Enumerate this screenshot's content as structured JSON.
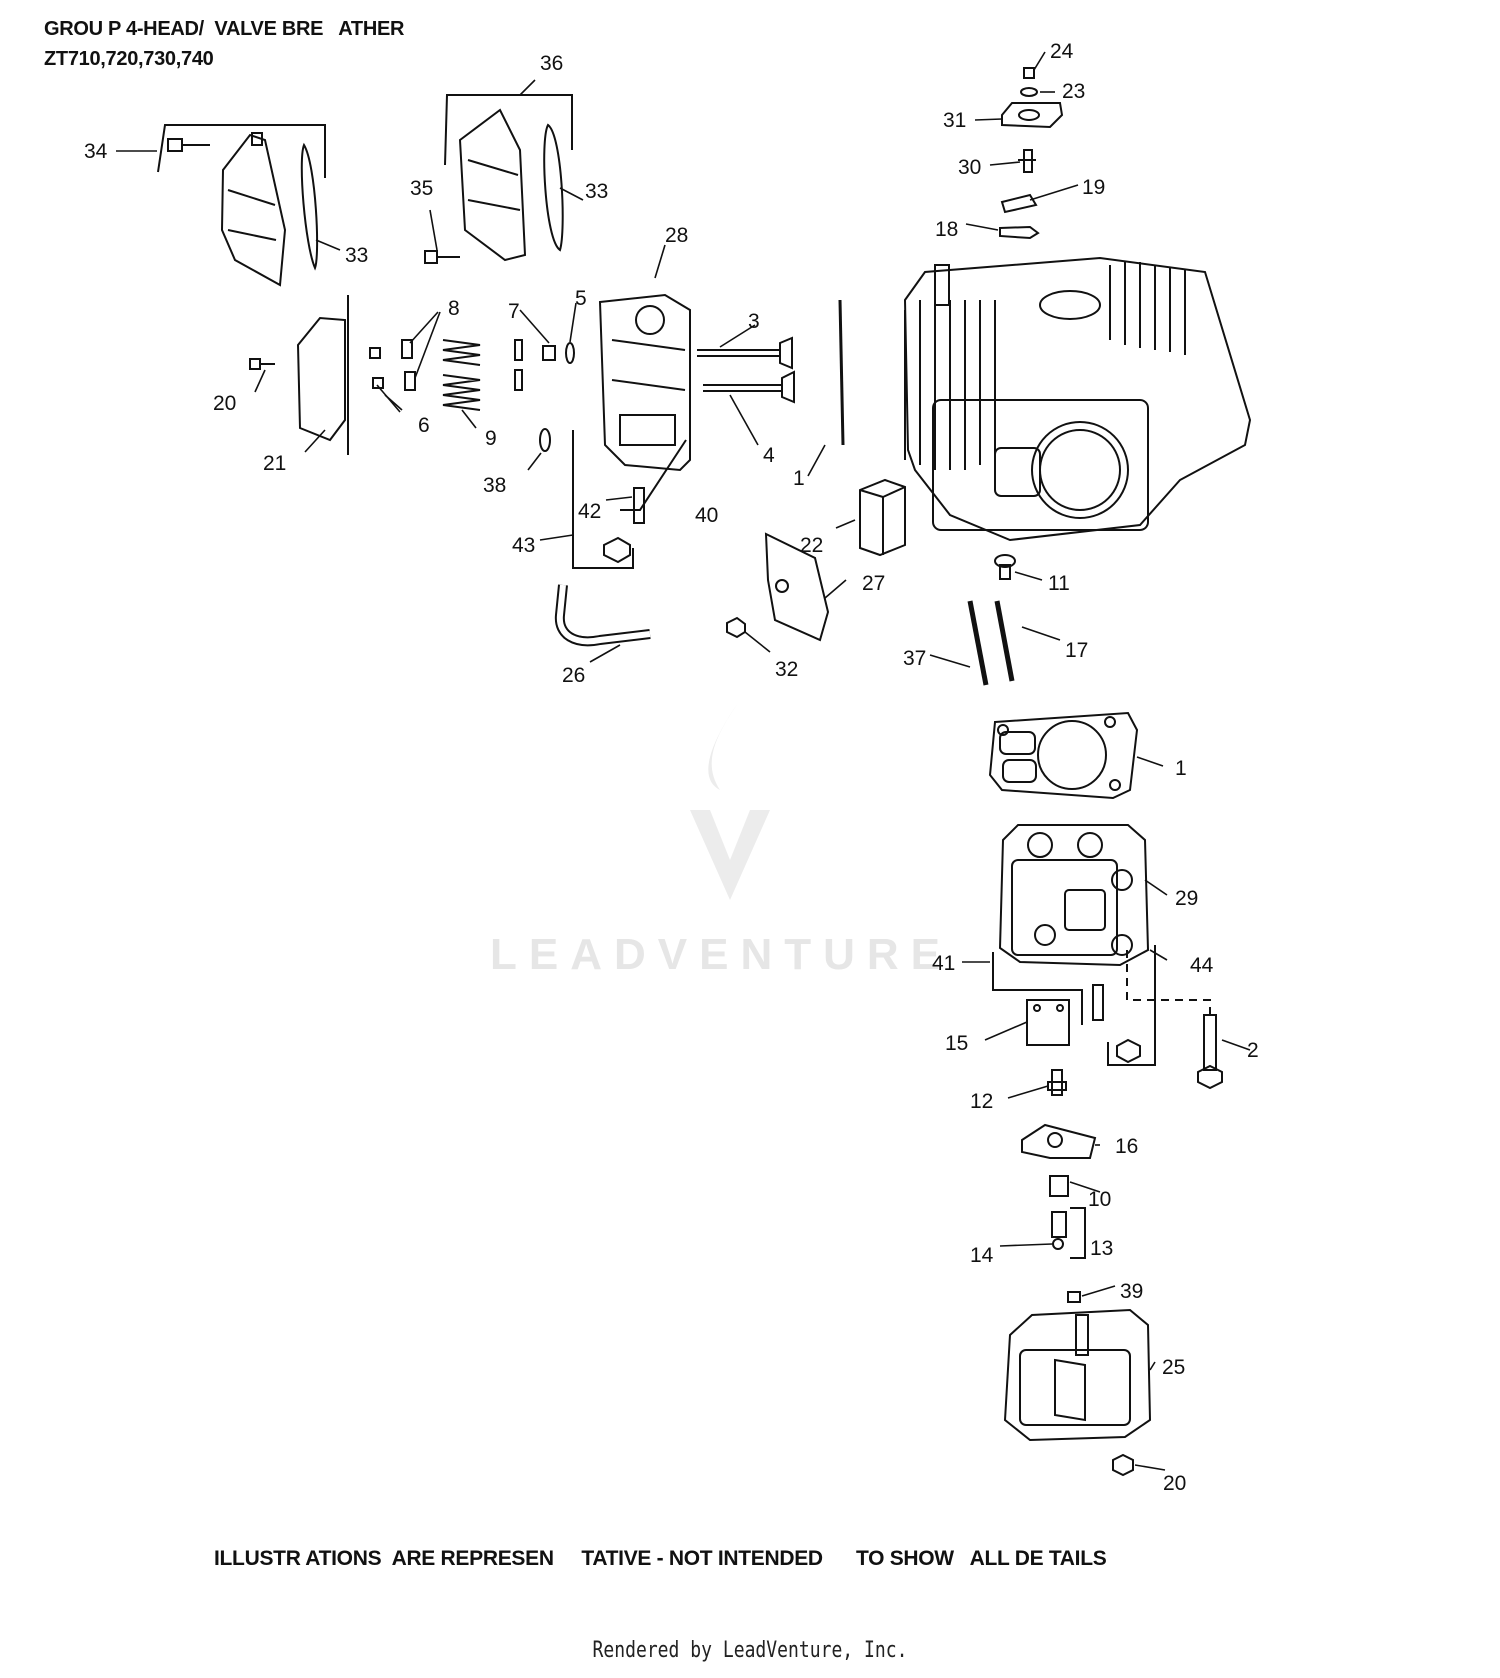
{
  "title": {
    "line1": "GROU P 4-HEAD/  VALVE BRE   ATHER",
    "line2": "ZT710,720,730,740"
  },
  "watermark": {
    "text": "LEADVENTURE"
  },
  "disclaimer": "ILLUSTR ATIONS  ARE REPRESEN     TATIVE - NOT INTENDED      TO SHOW   ALL DE TAILS",
  "footer": "Rendered by LeadVenture, Inc.",
  "callouts": {
    "c1": "1",
    "c1b": "1",
    "c2": "2",
    "c3": "3",
    "c4": "4",
    "c5": "5",
    "c6": "6",
    "c7": "7",
    "c8": "8",
    "c9": "9",
    "c10": "10",
    "c11": "11",
    "c12": "12",
    "c13": "13",
    "c14": "14",
    "c15": "15",
    "c16": "16",
    "c17": "17",
    "c18": "18",
    "c19": "19",
    "c20": "20",
    "c20b": "20",
    "c21": "21",
    "c22": "22",
    "c23": "23",
    "c24": "24",
    "c25": "25",
    "c26": "26",
    "c27": "27",
    "c28": "28",
    "c29": "29",
    "c30": "30",
    "c31": "31",
    "c32": "32",
    "c33": "33",
    "c33b": "33",
    "c34": "34",
    "c35": "35",
    "c36": "36",
    "c37": "37",
    "c38": "38",
    "c39": "39",
    "c40": "40",
    "c41": "41",
    "c42": "42",
    "c43": "43",
    "c44": "44"
  }
}
